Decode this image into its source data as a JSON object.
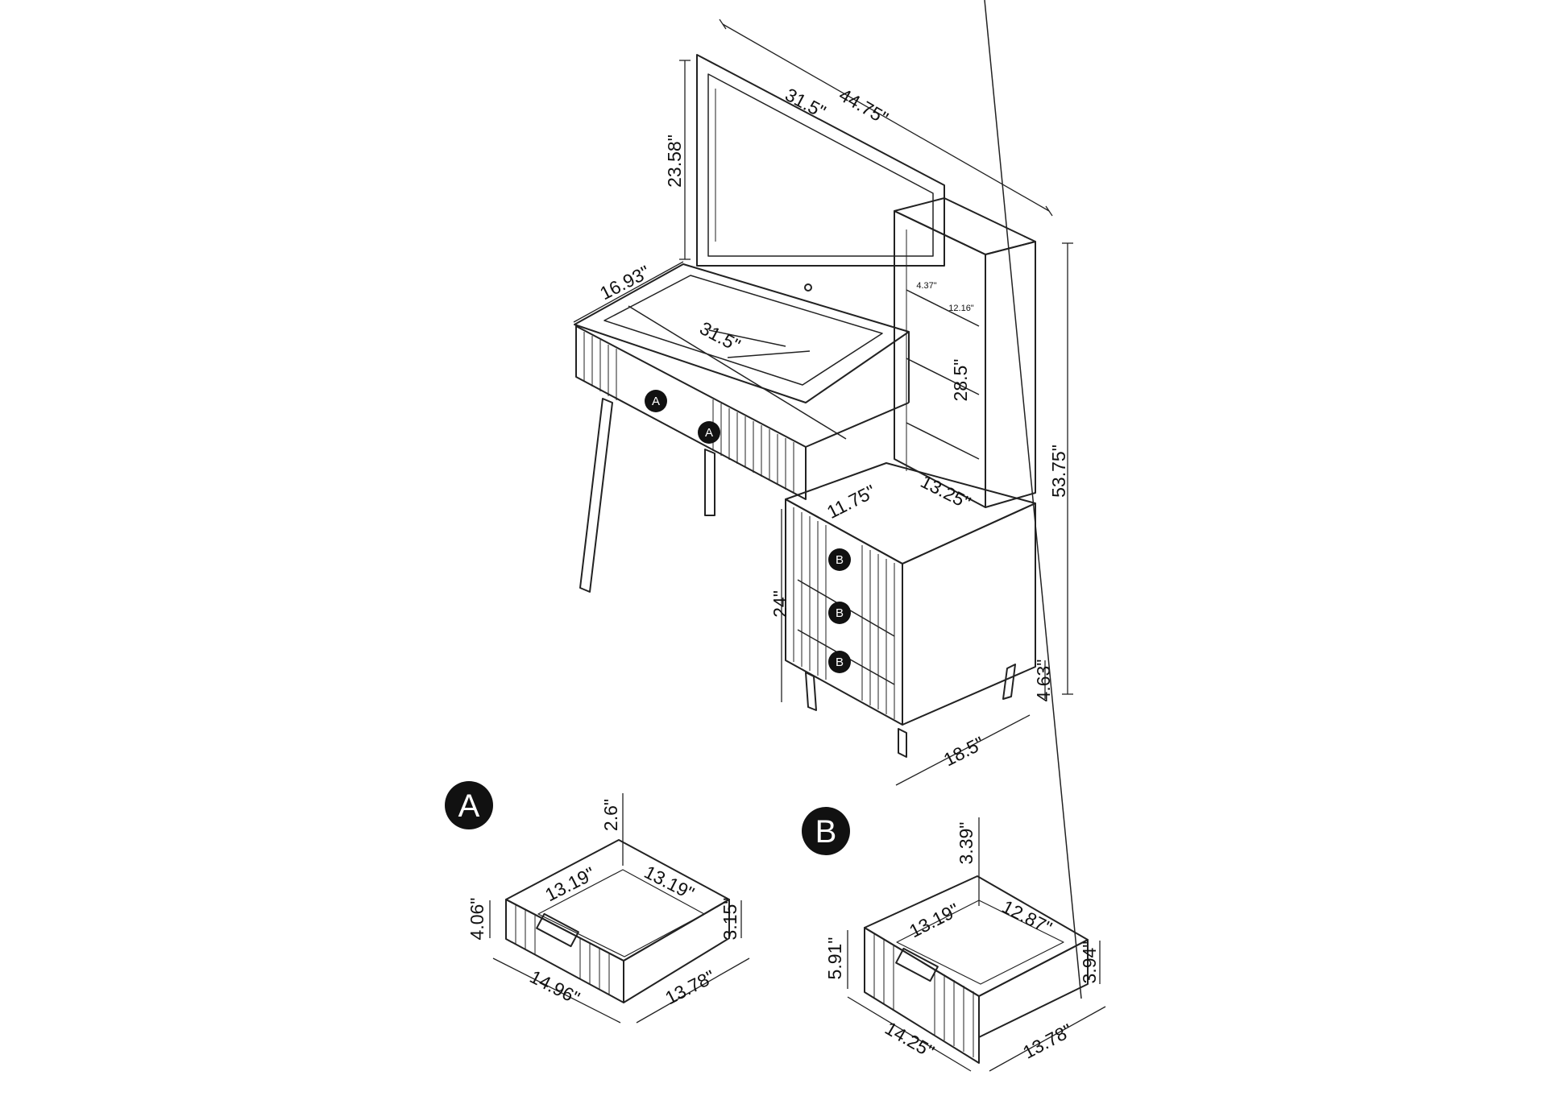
{
  "diagram": {
    "dimensions": {
      "overall_width": "44.75\"",
      "mirror_width": "31.5\"",
      "mirror_height": "23.58\"",
      "top_depth": "16.93\"",
      "top_inner_width": "31.5\"",
      "shelf_depth": "4.37\"",
      "shelf_width": "12.16\"",
      "shelf_height": "28.5\"",
      "overall_height": "53.75\"",
      "cabinet_depth": "11.75\"",
      "cabinet_width": "13.25\"",
      "cabinet_height": "24\"",
      "leg_height": "4.63\"",
      "base_depth": "18.5\""
    },
    "markers": {
      "drawer_a": "A",
      "drawer_b": "B"
    },
    "drawer_a": {
      "label": "A",
      "height_gap": "2.6\"",
      "inner_width": "13.19\"",
      "inner_depth": "13.19\"",
      "front_height": "4.06\"",
      "side_height": "3.15\"",
      "outer_width": "14.96\"",
      "outer_depth": "13.78\""
    },
    "drawer_b": {
      "label": "B",
      "height_gap": "3.39\"",
      "inner_width": "13.19\"",
      "inner_depth": "12.87\"",
      "front_height": "5.91\"",
      "side_height": "3.94\"",
      "outer_width": "14.25\"",
      "outer_depth": "13.78\""
    }
  }
}
